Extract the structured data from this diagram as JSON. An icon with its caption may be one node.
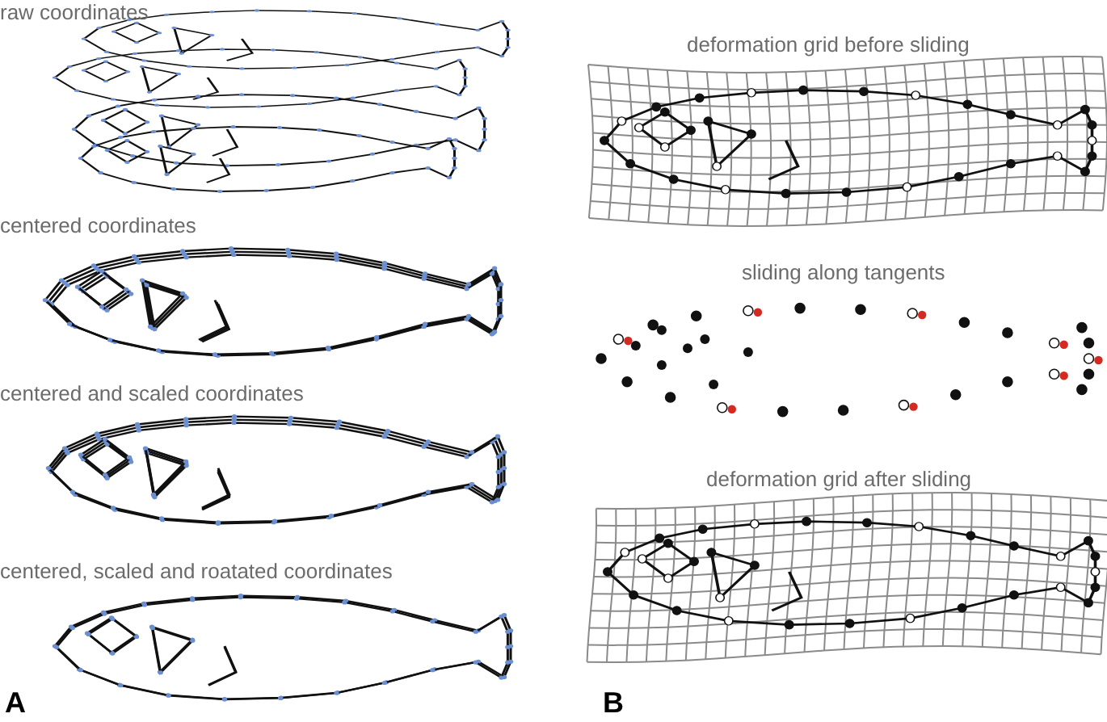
{
  "diagram": {
    "labels": [
      "raw coordinates",
      "centered coordinates",
      "centered and scaled coordinates",
      "centered, scaled and roatated coordinates",
      "A",
      "deformation grid before sliding",
      "sliding along tangents",
      "deformation grid after sliding",
      "B"
    ]
  }
}
